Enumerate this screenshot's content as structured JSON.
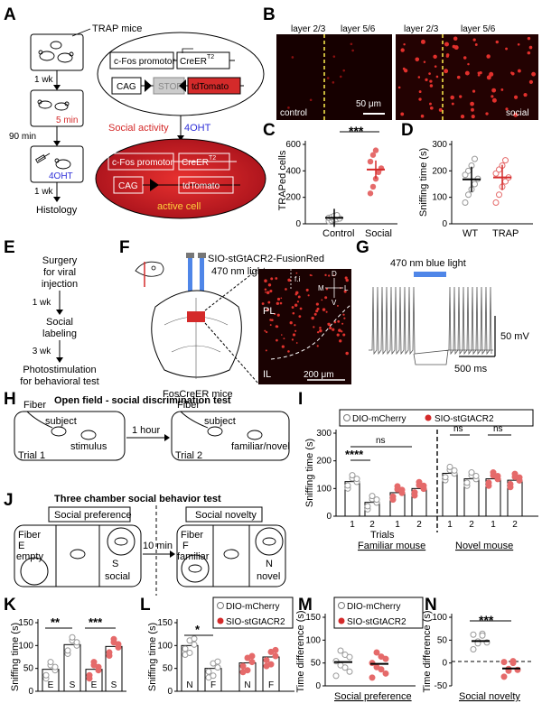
{
  "panels": {
    "A": "A",
    "B": "B",
    "C": "C",
    "D": "D",
    "E": "E",
    "F": "F",
    "G": "G",
    "H": "H",
    "I": "I",
    "J": "J",
    "K": "K",
    "L": "L",
    "M": "M",
    "N": "N"
  },
  "panelA": {
    "trap_mice": "TRAP mice",
    "wk1": "1 wk",
    "min5": "5 min",
    "min90": "90 min",
    "ohtA": "4OHT",
    "wk1b": "1 wk",
    "histology": "Histology",
    "cfos": "c-Fos promotor",
    "creer": "CreER",
    "t2": "T2",
    "cag": "CAG",
    "stop": "STOP",
    "tdtomato": "tdTomato",
    "social_activity": "Social activity",
    "oht": "4OHT",
    "active_cell": "active cell"
  },
  "panelB": {
    "l23a": "layer 2/3",
    "l56a": "layer 5/6",
    "l23b": "layer 2/3",
    "l56b": "layer 5/6",
    "scale": "50 μm",
    "control": "control",
    "social": "social"
  },
  "panelE": {
    "s1": "Surgery",
    "s2": "for viral",
    "s3": "injection",
    "t1": "1 wk",
    "s4": "Social",
    "s5": "labeling",
    "t2": "3 wk",
    "s6": "Photostimulation",
    "s7": "for behavioral test"
  },
  "panelF": {
    "virus": "SIO-stGtACR2-FusionRed",
    "light": "470 nm light",
    "mice": "FosCreER mice",
    "pl": "PL",
    "il": "IL",
    "scale": "200 μm",
    "d": "D",
    "v": "V",
    "m": "M",
    "l": "L",
    "fa": "f.i"
  },
  "panelG": {
    "light": "470 nm blue light",
    "v": "50 mV",
    "t": "500 ms"
  },
  "panelH": {
    "title": "Open field - social discrimination test",
    "fiber1": "Fiber",
    "subject1": "subject",
    "stimulus": "stimulus",
    "trial1": "Trial 1",
    "hour": "1 hour",
    "fiber2": "Fiber",
    "subject2": "subject",
    "familiar": "familiar/novel",
    "trial2": "Trial 2"
  },
  "panelJ": {
    "title": "Three chamber social behavior test",
    "pref": "Social preference",
    "nov": "Social novelty",
    "fiber1": "Fiber",
    "fiber2": "Fiber",
    "e": "E",
    "empty": "empty",
    "s": "S",
    "social": "social",
    "min10": "10 min",
    "f": "F",
    "familiar": "familiar",
    "n": "N",
    "novel": "novel"
  },
  "legend": {
    "mcherry": "DIO-mCherry",
    "gtacr": "SIO-stGtACR2"
  },
  "colors": {
    "red": "#d42a2a",
    "gray": "#999999",
    "blue": "#4f86e8",
    "dark": "#b3151b"
  },
  "chart_data": [
    {
      "id": "C",
      "type": "scatter",
      "ylabel": "TRAPed cells",
      "categories": [
        "Control",
        "Social"
      ],
      "ylim": [
        0,
        600
      ],
      "yticks": [
        0,
        200,
        400,
        600
      ],
      "series": [
        {
          "name": "Control",
          "values": [
            20,
            25,
            30,
            35,
            40,
            45,
            50,
            60,
            65
          ]
        },
        {
          "name": "Social",
          "values": [
            230,
            280,
            340,
            390,
            420,
            470,
            520,
            555
          ]
        }
      ],
      "means": [
        45,
        410
      ],
      "significance": "***"
    },
    {
      "id": "D",
      "type": "scatter",
      "ylabel": "Sniffing time (s)",
      "categories": [
        "WT",
        "TRAP"
      ],
      "ylim": [
        0,
        300
      ],
      "yticks": [
        0,
        100,
        200,
        300
      ],
      "series": [
        {
          "name": "WT",
          "values": [
            80,
            110,
            130,
            150,
            170,
            185,
            200,
            220,
            245
          ]
        },
        {
          "name": "TRAP",
          "values": [
            80,
            110,
            140,
            160,
            175,
            190,
            205,
            220,
            240
          ]
        }
      ],
      "means": [
        168,
        175
      ]
    },
    {
      "id": "I",
      "type": "bar",
      "ylabel": "Sniffing time (s)",
      "ylim": [
        0,
        300
      ],
      "yticks": [
        0,
        100,
        200,
        300
      ],
      "xlabel": "Trials",
      "groups": [
        "Familiar mouse",
        "Novel mouse"
      ],
      "categories": [
        "1",
        "2",
        "1",
        "2",
        "1",
        "2",
        "1",
        "2"
      ],
      "values": [
        125,
        50,
        85,
        100,
        155,
        135,
        135,
        130
      ],
      "significance": [
        "****",
        "ns",
        "ns",
        "ns"
      ]
    },
    {
      "id": "K",
      "type": "bar",
      "ylabel": "Sniffing time (s)",
      "ylim": [
        0,
        150
      ],
      "yticks": [
        0,
        50,
        100,
        150
      ],
      "categories": [
        "E",
        "S",
        "E",
        "S"
      ],
      "values": [
        48,
        102,
        48,
        98
      ],
      "significance": [
        "**",
        "***"
      ]
    },
    {
      "id": "L",
      "type": "bar",
      "ylabel": "Sniffing time (s)",
      "ylim": [
        0,
        150
      ],
      "yticks": [
        0,
        50,
        100,
        150
      ],
      "categories": [
        "N",
        "F",
        "N",
        "F"
      ],
      "values": [
        100,
        50,
        62,
        75
      ],
      "significance": [
        "*"
      ]
    },
    {
      "id": "M",
      "type": "scatter",
      "ylabel": "Time difference (s)",
      "xlabel": "Social preference",
      "ylim": [
        0,
        150
      ],
      "yticks": [
        0,
        50,
        100,
        150
      ],
      "means": [
        52,
        48
      ]
    },
    {
      "id": "N",
      "type": "scatter",
      "ylabel": "Time difference (s)",
      "xlabel": "Social novelty",
      "ylim": [
        -50,
        100
      ],
      "yticks": [
        -50,
        0,
        50,
        100
      ],
      "means": [
        48,
        -12
      ],
      "significance": "***"
    }
  ]
}
